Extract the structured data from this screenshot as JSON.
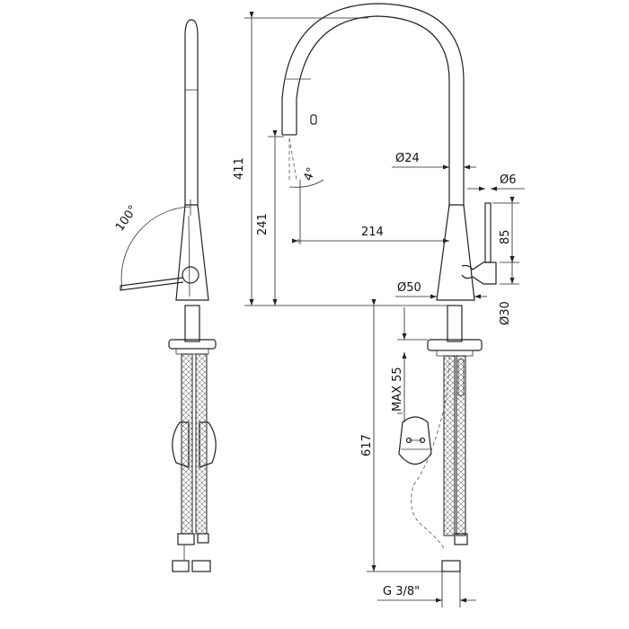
{
  "side_view": {
    "angle_lever": "100°"
  },
  "front_view": {
    "dim_total_height": "411",
    "dim_spout_height": "241",
    "dim_spray_angle": "4°",
    "dim_spout_diameter": "Ø24",
    "dim_reach": "214",
    "dim_base_diameter": "Ø50",
    "dim_lever_diameter": "Ø6",
    "dim_lever_length": "85",
    "dim_lever_hub": "Ø30",
    "dim_hose_length": "617",
    "dim_max_thickness": "MAX 55",
    "dim_thread": "G 3/8\""
  }
}
